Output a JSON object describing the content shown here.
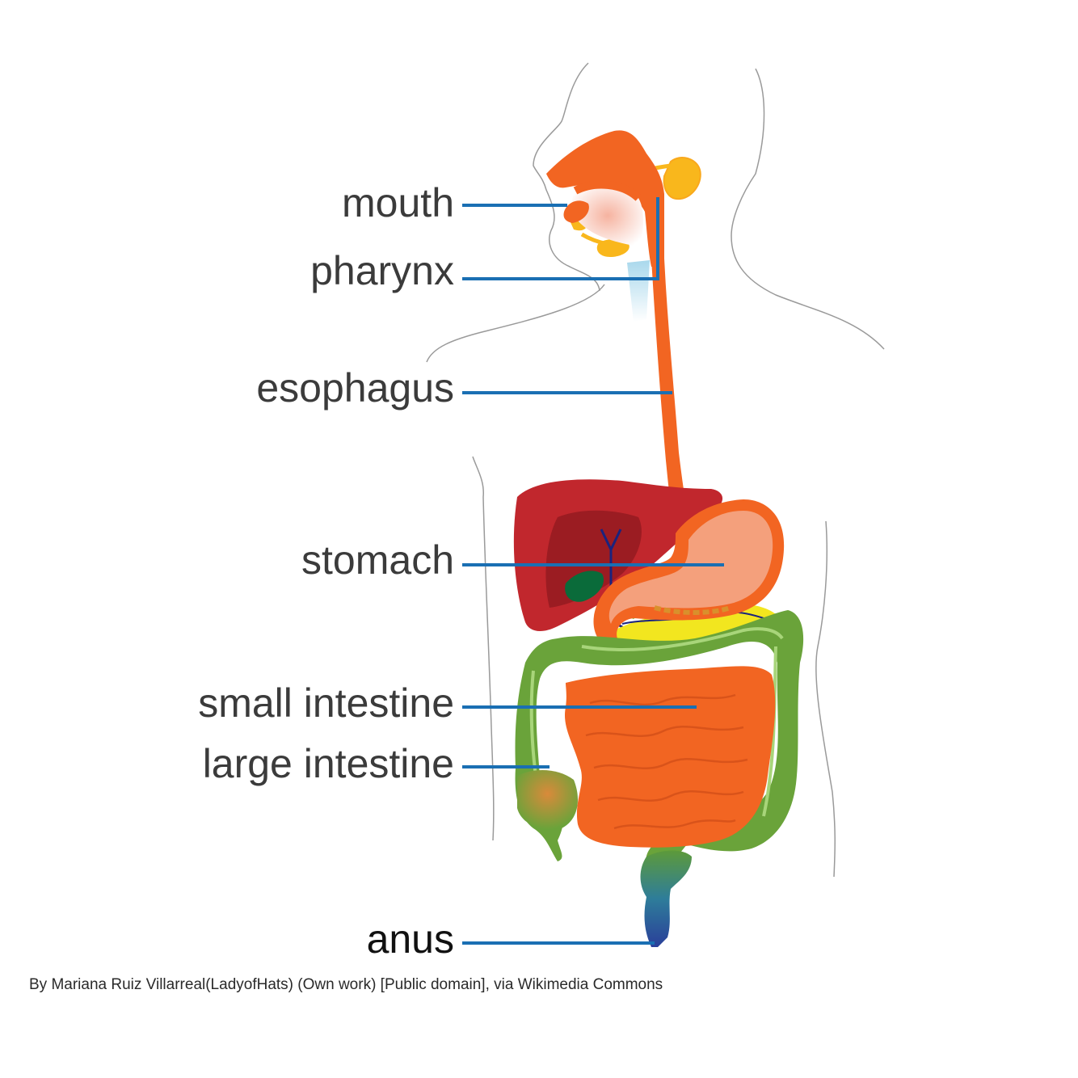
{
  "labels": {
    "mouth": "mouth",
    "pharynx": "pharynx",
    "esophagus": "esophagus",
    "stomach": "stomach",
    "small_intestine": "small intestine",
    "large_intestine": "large intestine",
    "anus": "anus"
  },
  "credit": "By Mariana Ruiz Villarreal(LadyofHats) (Own work) [Public domain], via Wikimedia Commons",
  "colors": {
    "leader_line": "#1a6fb3",
    "digestive_tract": "#f26522",
    "stomach_fill": "#f4a07c",
    "liver": "#c1272d",
    "liver_dark": "#9b1c22",
    "gallbladder": "#0a6b3a",
    "pancreas": "#f2e61f",
    "large_intestine": "#6aa33a",
    "salivary_gland": "#f9b71c",
    "rectum": "#2e7d9a",
    "body_outline": "#9a9a9a"
  }
}
